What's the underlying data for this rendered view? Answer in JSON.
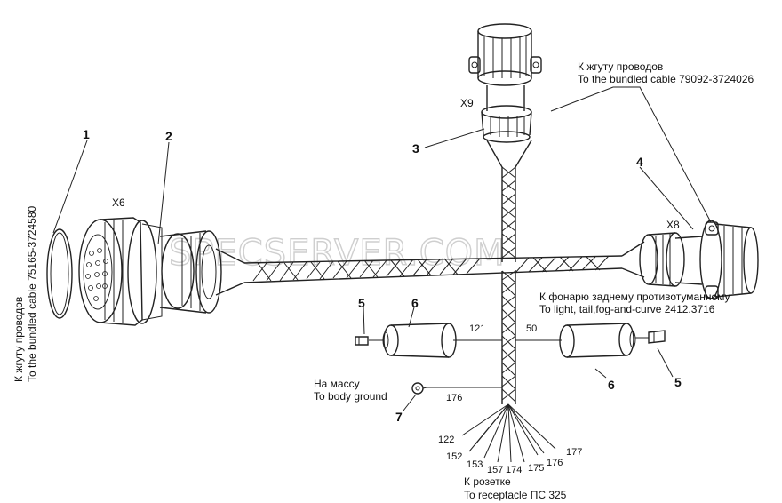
{
  "watermark": "SPECSERVER.COM",
  "connectors": {
    "x6": "X6",
    "x8": "X8",
    "x9": "X9"
  },
  "callouts": [
    "1",
    "2",
    "3",
    "4",
    "5",
    "6",
    "5",
    "6",
    "7"
  ],
  "notes": {
    "left_ru": "К жгуту проводов",
    "left_en": "To the bundled cable 75165-3724580",
    "top_ru": "К жгуту проводов",
    "top_en": "To the bundled cable 79092-3724026",
    "right_ru": "К фонарю заднему противотуманному",
    "right_en": "To light, tail,fog-and-curve 2412.3716",
    "ground_ru": "На массу",
    "ground_en": "To body ground",
    "bottom_ru": "К розетке",
    "bottom_en": "To receptacle ПС 325"
  },
  "wires": {
    "w121": "121",
    "w50": "50",
    "w176": "176",
    "fan": [
      "122",
      "152",
      "153",
      "157",
      "174",
      "175",
      "176",
      "177"
    ]
  }
}
